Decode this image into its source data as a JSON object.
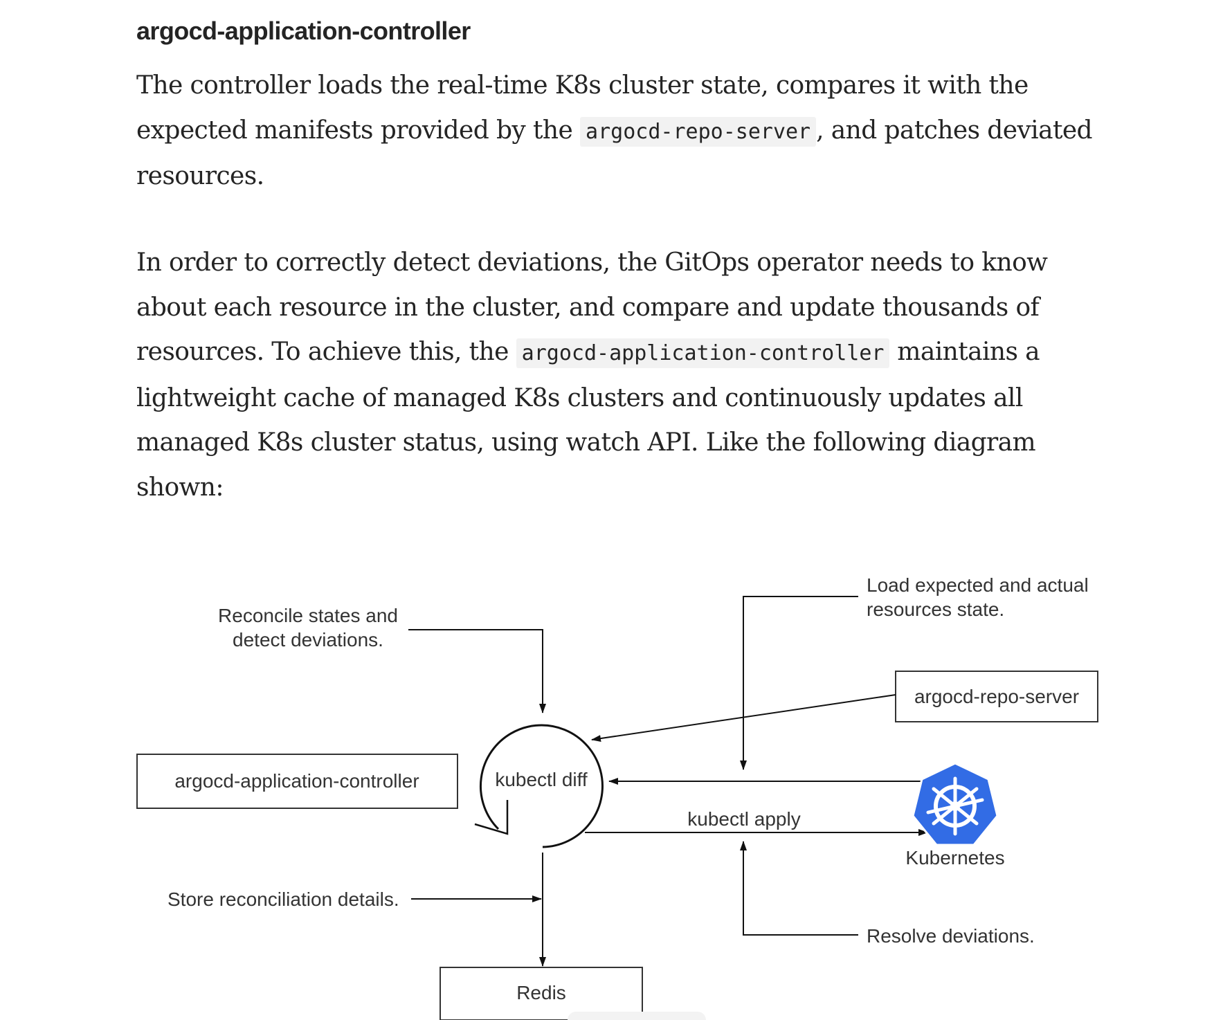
{
  "section": {
    "title": "argocd-application-controller"
  },
  "paragraph1": {
    "part1": "The controller loads the real-time K8s cluster state, compares it with the expected manifests provided by the ",
    "code1": "argocd-repo-server",
    "part2": ", and patches deviated resources."
  },
  "paragraph2": {
    "part1": "In order to correctly detect deviations, the GitOps operator needs to know about each resource in the cluster, and compare and update thousands of resources. To achieve this, the ",
    "code1": "argocd-application-controller",
    "part2": " maintains a lightweight cache of managed K8s clusters and continuously updates all managed K8s cluster status, using watch API. Like the following diagram shown:"
  },
  "diagram": {
    "reconcile_line1": "Reconcile states and",
    "reconcile_line2": "detect deviations.",
    "load_line1": "Load expected and actual",
    "load_line2": "resources state.",
    "repo_server": "argocd-repo-server",
    "app_controller": "argocd-application-controller",
    "kubectl_diff": "kubectl diff",
    "kubectl_apply": "kubectl apply",
    "kubernetes": "Kubernetes",
    "store": "Store reconciliation details.",
    "resolve": "Resolve deviations.",
    "redis": "Redis",
    "icon": "kubernetes-helm-icon",
    "brand_color": "#326CE5"
  }
}
